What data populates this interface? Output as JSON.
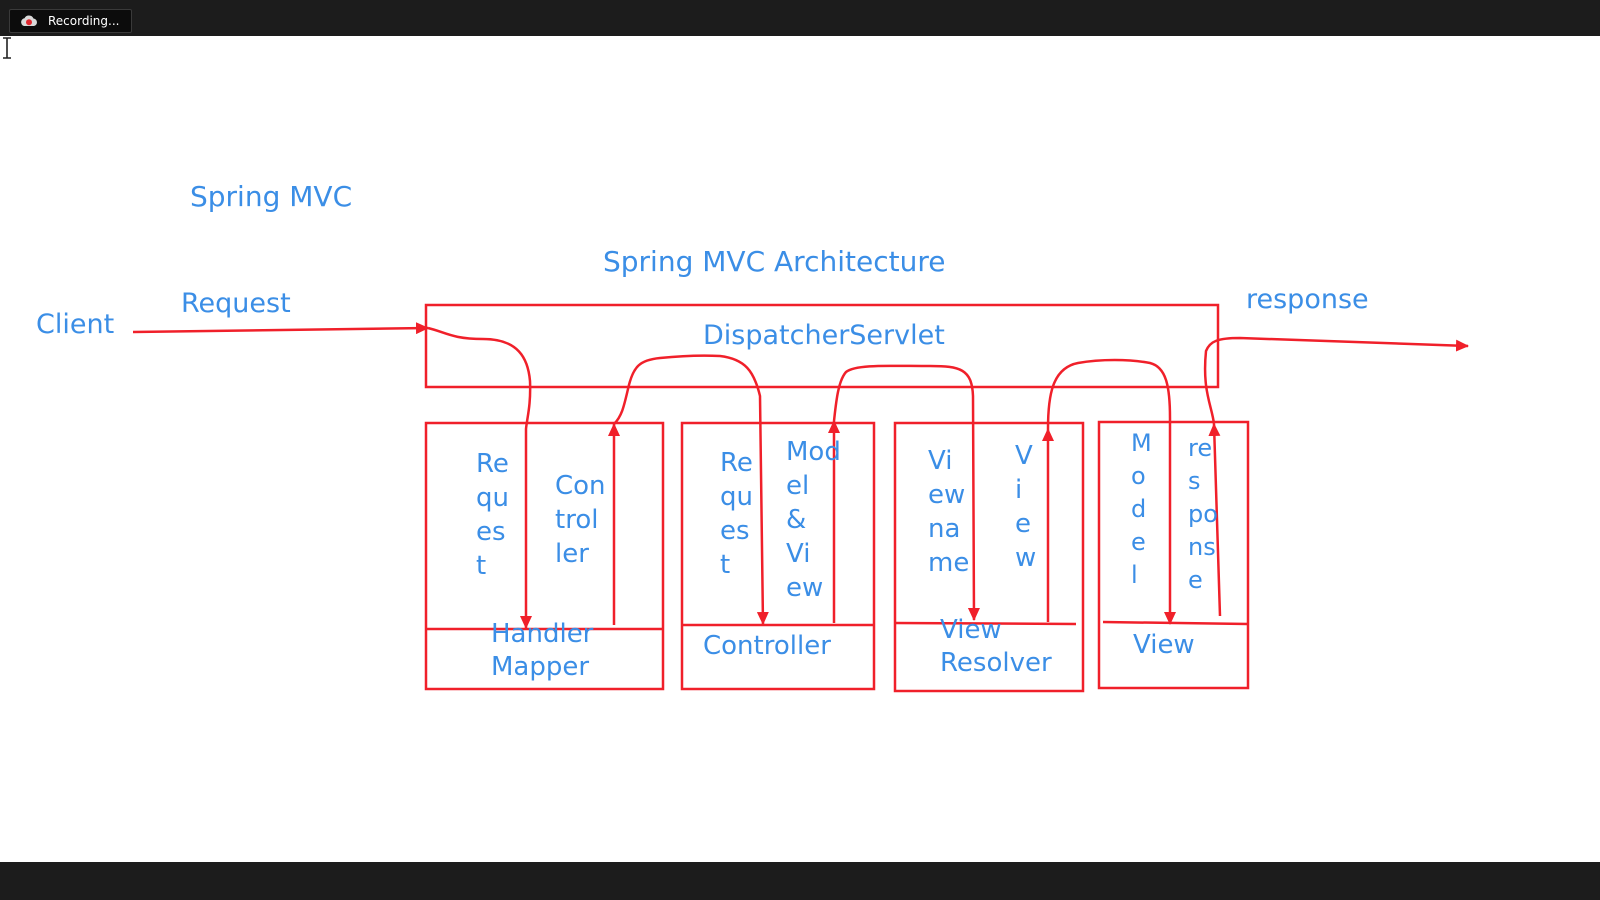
{
  "recorder": {
    "label": "Recording...",
    "icon": "recording-cloud-icon"
  },
  "diagram": {
    "heading": "Spring MVC",
    "title": "Spring MVC Architecture",
    "client": "Client",
    "request_label": "Request",
    "response_label": "response",
    "dispatcher": "DispatcherServlet",
    "boxes": [
      {
        "name": "Handler\nMapper",
        "left_note": "Re\nqu\nes\nt",
        "right_note": "Con\ntrol\nler"
      },
      {
        "name": "Controller",
        "left_note": "Re\nqu\nes\nt",
        "right_note": "Mod\nel\n&\nVi\new"
      },
      {
        "name": "View\nResolver",
        "left_note": "Vi\new\nna\nme",
        "right_note": "V\ni\ne\nw"
      },
      {
        "name": "View",
        "left_note": "M\no\nd\ne\nl",
        "right_note": "re\ns\npo\nns\ne"
      }
    ]
  },
  "colors": {
    "ink_red": "#f0202a",
    "text_blue": "#3b8ee6",
    "chrome": "#1c1c1c"
  }
}
